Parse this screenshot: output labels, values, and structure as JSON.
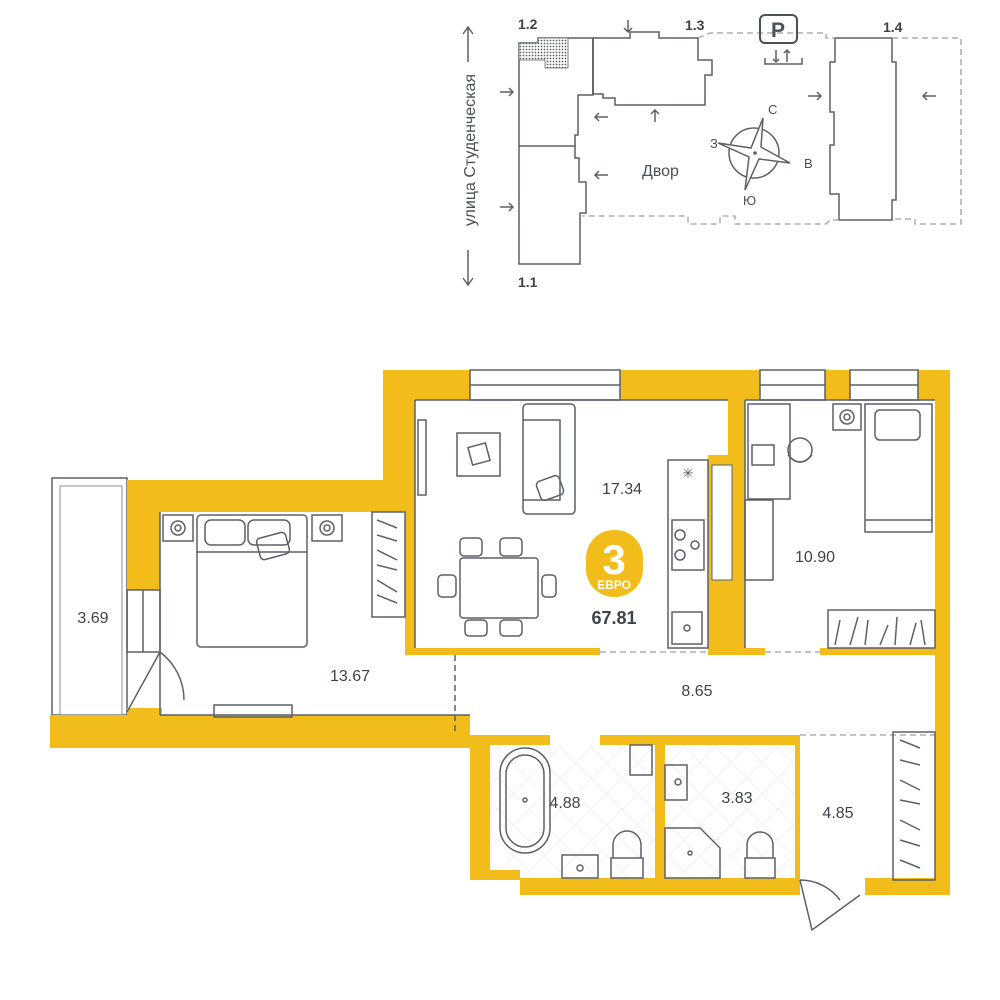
{
  "site_plan": {
    "street": "улица Студенческая",
    "buildings": [
      "1.1",
      "1.2",
      "1.3",
      "1.4"
    ],
    "courtyard": "Двор",
    "parking": "P",
    "compass": {
      "north": "С",
      "west": "З",
      "east": "В",
      "south": "Ю"
    }
  },
  "apartment": {
    "rooms_count": "3",
    "type": "ЕВРО",
    "total_area": "67.81",
    "badge_color": "#F2BC1B",
    "wall_color": "#F2BC1B"
  },
  "rooms": {
    "balcony": "3.69",
    "bedroom": "13.67",
    "living_kitchen": "17.34",
    "bedroom_small": "10.90",
    "hall": "8.65",
    "bathroom": "4.88",
    "shower_room": "3.83",
    "entrance": "4.85"
  }
}
